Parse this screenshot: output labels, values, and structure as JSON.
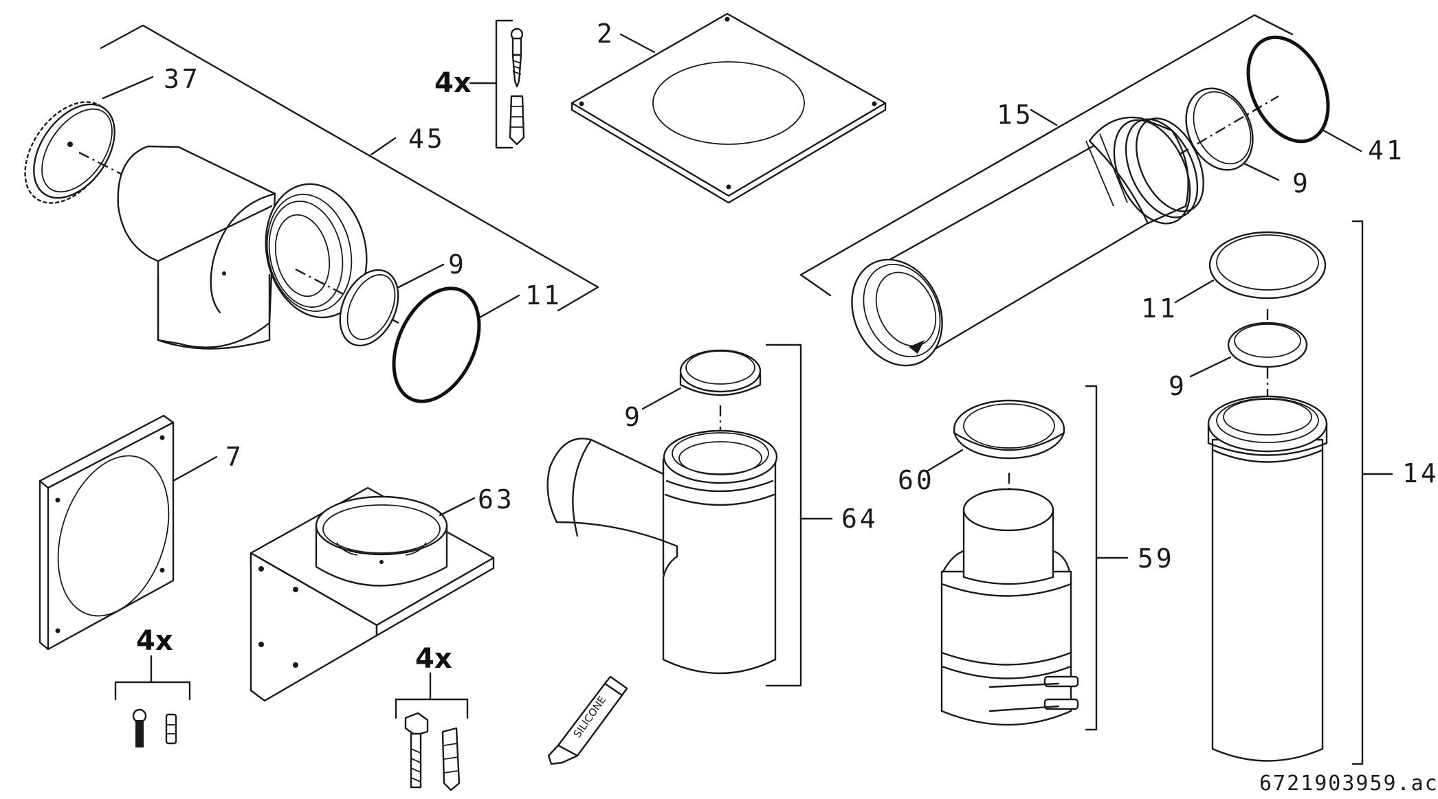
{
  "diagram": {
    "labels": {
      "p37": "37",
      "p45": "45",
      "p2": "2",
      "p15": "15",
      "p41": "41",
      "p9a": "9",
      "p9b": "9",
      "p9c": "9",
      "p9d": "9",
      "p11a": "11",
      "p11b": "11",
      "p14": "14",
      "p7": "7",
      "p63": "63",
      "p64": "64",
      "p60": "60",
      "p59": "59"
    },
    "quantities": {
      "screws_top": "4x",
      "screws_left": "4x",
      "bolts_bottom": "4x"
    },
    "tube_text": "SILICONE",
    "document_id": "6721903959.ac"
  }
}
